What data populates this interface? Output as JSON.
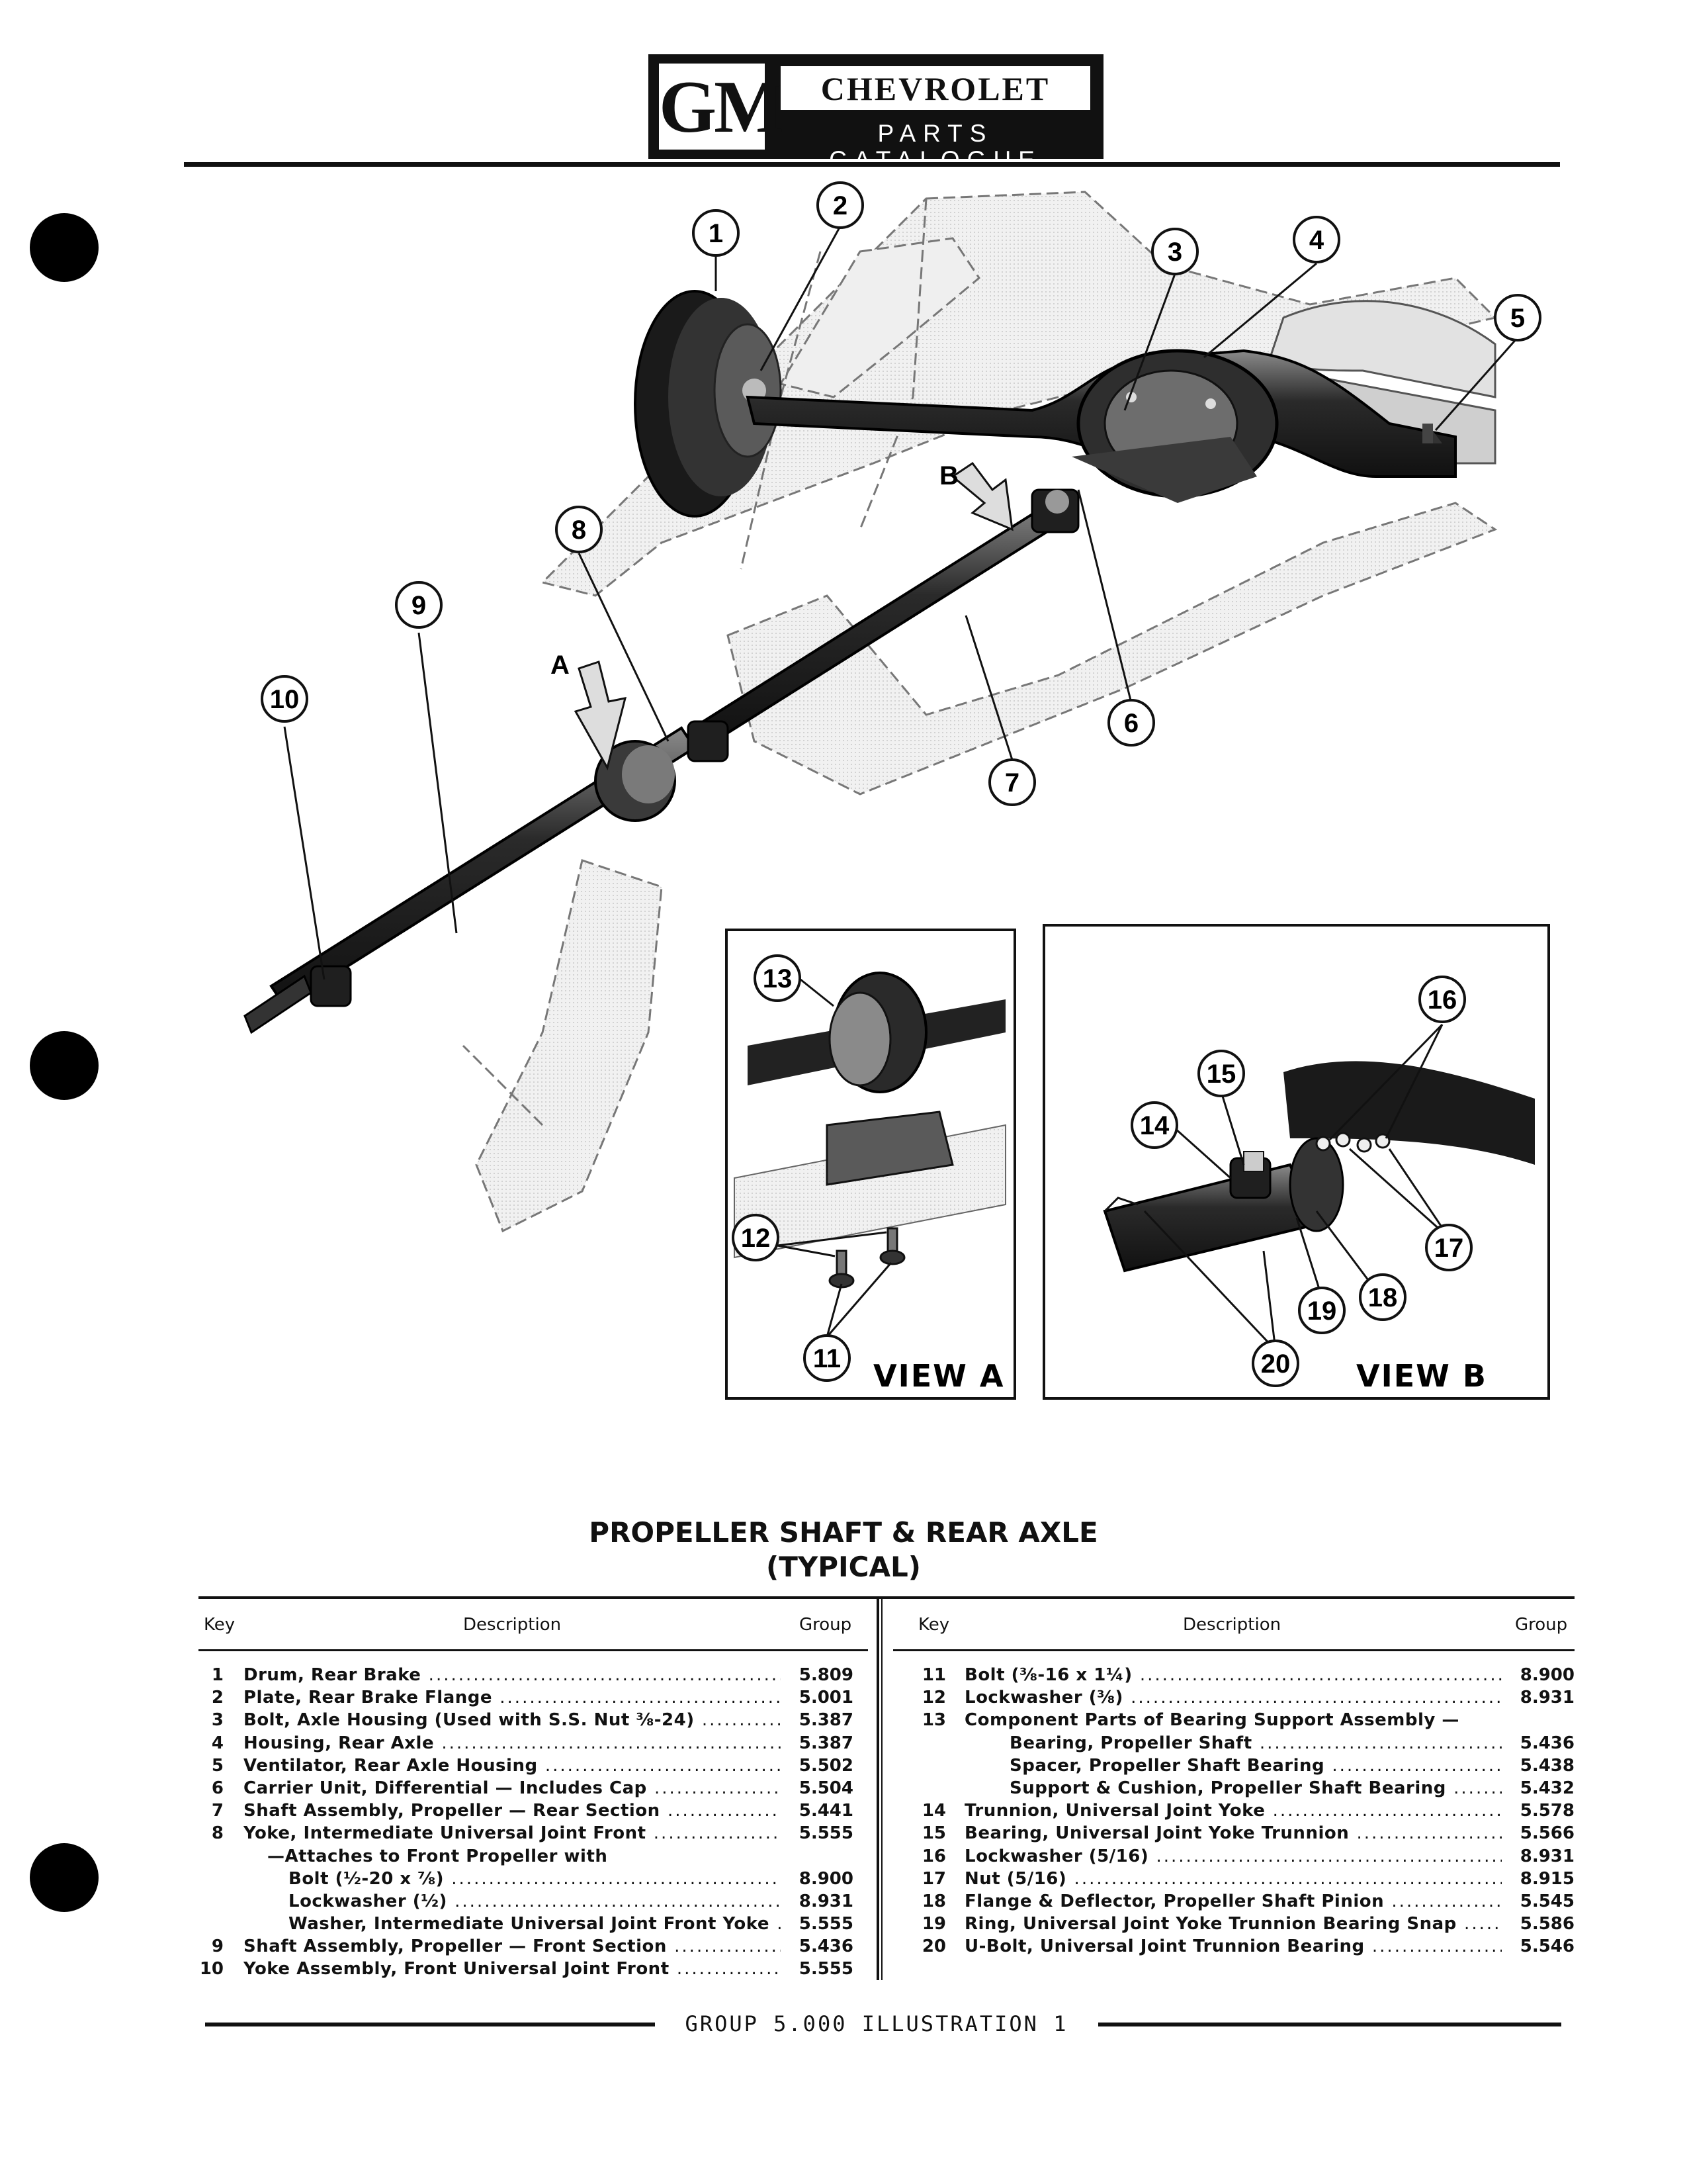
{
  "header": {
    "logo": "GM",
    "brand": "CHEVROLET",
    "subtitle": "PARTS CATALOGUE"
  },
  "illustration": {
    "callouts": [
      "1",
      "2",
      "3",
      "4",
      "5",
      "6",
      "7",
      "8",
      "9",
      "10",
      "11",
      "12",
      "13",
      "14",
      "15",
      "16",
      "17",
      "18",
      "19",
      "20"
    ],
    "arrow_labels": [
      "A",
      "B"
    ],
    "view_a_label": "VIEW A",
    "view_b_label": "VIEW B"
  },
  "title": "PROPELLER SHAFT & REAR AXLE",
  "subtitle": "(TYPICAL)",
  "table": {
    "headers": {
      "key": "Key",
      "description": "Description",
      "group": "Group"
    },
    "left": [
      {
        "key": "1",
        "desc": "Drum, Rear Brake",
        "group": "5.809"
      },
      {
        "key": "2",
        "desc": "Plate, Rear Brake Flange",
        "group": "5.001"
      },
      {
        "key": "3",
        "desc": "Bolt, Axle Housing (Used with S.S. Nut ⅜-24)",
        "group": "5.387"
      },
      {
        "key": "4",
        "desc": "Housing, Rear Axle",
        "group": "5.387"
      },
      {
        "key": "5",
        "desc": "Ventilator, Rear Axle Housing",
        "group": "5.502"
      },
      {
        "key": "6",
        "desc": "Carrier Unit, Differential — Includes Cap",
        "group": "5.504"
      },
      {
        "key": "7",
        "desc": "Shaft Assembly, Propeller — Rear Section",
        "group": "5.441"
      },
      {
        "key": "8",
        "desc": "Yoke, Intermediate Universal Joint Front",
        "group": "5.555"
      },
      {
        "key": "",
        "desc": "—Attaches to Front Propeller with",
        "group": "",
        "indent": 1,
        "nodots": true
      },
      {
        "key": "",
        "desc": "Bolt (½-20 x ⅞)",
        "group": "8.900",
        "indent": 2
      },
      {
        "key": "",
        "desc": "Lockwasher (½)",
        "group": "8.931",
        "indent": 2
      },
      {
        "key": "",
        "desc": "Washer, Intermediate Universal Joint Front Yoke",
        "group": "5.555",
        "indent": 2
      },
      {
        "key": "9",
        "desc": "Shaft Assembly, Propeller — Front Section",
        "group": "5.436"
      },
      {
        "key": "10",
        "desc": "Yoke Assembly, Front Universal Joint Front",
        "group": "5.555"
      }
    ],
    "right": [
      {
        "key": "11",
        "desc": "Bolt (⅜-16 x 1¼)",
        "group": "8.900"
      },
      {
        "key": "12",
        "desc": "Lockwasher (⅜)",
        "group": "8.931"
      },
      {
        "key": "13",
        "desc": "Component Parts of Bearing Support Assembly —",
        "group": "",
        "nodots": true
      },
      {
        "key": "",
        "desc": "Bearing, Propeller Shaft",
        "group": "5.436",
        "indent": 2
      },
      {
        "key": "",
        "desc": "Spacer, Propeller Shaft Bearing",
        "group": "5.438",
        "indent": 2
      },
      {
        "key": "",
        "desc": "Support & Cushion, Propeller Shaft Bearing",
        "group": "5.432",
        "indent": 2
      },
      {
        "key": "14",
        "desc": "Trunnion, Universal Joint Yoke",
        "group": "5.578"
      },
      {
        "key": "15",
        "desc": "Bearing, Universal Joint Yoke Trunnion",
        "group": "5.566"
      },
      {
        "key": "16",
        "desc": "Lockwasher (5/16)",
        "group": "8.931"
      },
      {
        "key": "17",
        "desc": "Nut (5/16)",
        "group": "8.915"
      },
      {
        "key": "18",
        "desc": "Flange & Deflector, Propeller Shaft Pinion",
        "group": "5.545"
      },
      {
        "key": "19",
        "desc": "Ring, Universal Joint Yoke Trunnion Bearing Snap",
        "group": "5.586"
      },
      {
        "key": "20",
        "desc": "U-Bolt, Universal Joint Trunnion Bearing",
        "group": "5.546"
      }
    ]
  },
  "footer": "GROUP 5.000 ILLUSTRATION 1"
}
